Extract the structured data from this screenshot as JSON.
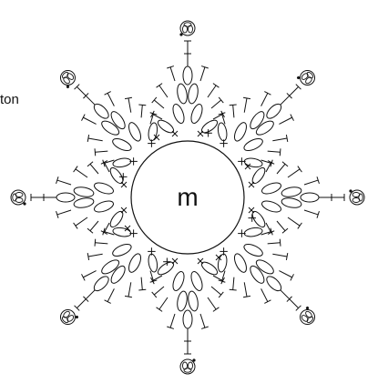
{
  "labels": {
    "center": "m",
    "side_text": "ton"
  },
  "diagram": {
    "arm_count": 8,
    "colors": {
      "stroke": "#111111",
      "background": "#ffffff"
    }
  }
}
